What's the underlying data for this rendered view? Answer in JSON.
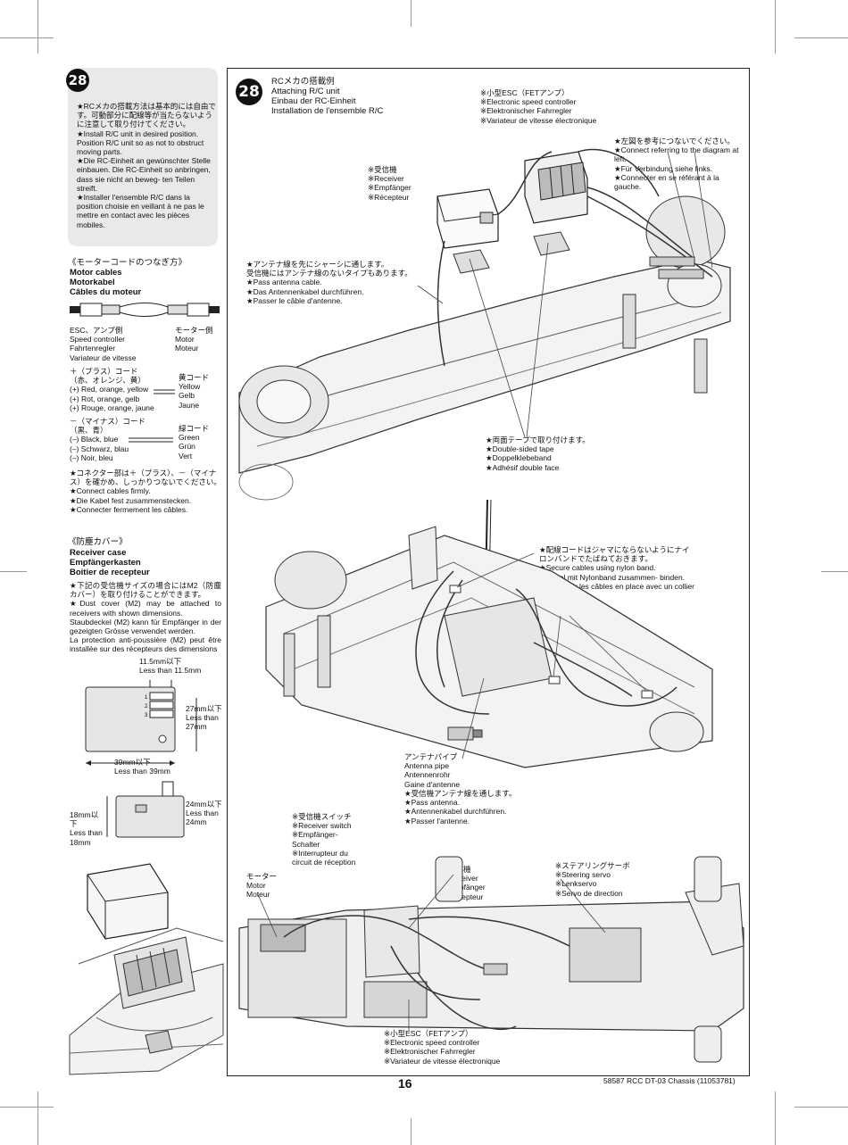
{
  "step_number": "28",
  "left": {
    "intro_note": "★RCメカの搭載方法は基本的には自由です。可動部分に配線等が当たらないように注意して取り付けてください。\n★Install R/C unit in desired position. Position R/C unit so as not to obstruct moving parts.\n★Die RC-Einheit an gewünschter Stelle einbauen. Die RC-Einheit so anbringen, dass sie nicht an beweg- ten Teilen streift.\n★Installer l'ensemble R/C dans la position choisie en veillant à ne pas le mettre en contact avec les pièces mobiles.",
    "motor_cables_title_jp": "《モーターコードのつなぎ方》",
    "motor_cables_title": "Motor cables\nMotorkabel\nCâbles du moteur",
    "esc_label": "ESC、アンプ側\nSpeed controller\nFahrtenregler\nVariateur de vitesse",
    "motor_side_label": "モーター側\nMotor\nMoteur",
    "plus_cord": "＋（プラス）コード\n（赤、オレンジ、黄）\n(+) Red, orange, yellow\n(+) Rot, orange, gelb\n(+) Rouge, orange, jaune",
    "yellow_cord": "黄コード\nYellow\nGelb\nJaune",
    "minus_cord": "－（マイナス）コード\n（黒、青）\n(–) Black, blue\n(–) Schwarz, blau\n(–) Noir, bleu",
    "green_cord": "緑コード\nGreen\nGrün\nVert",
    "connector_note": "★コネクター部は＋（プラス）、－（マイナス）を確かめ、しっかりつないでください。\n★Connect cables firmly.\n★Die Kabel fest zusammenstecken.\n★Connecter fermement les câbles.",
    "receiver_case_title_jp": "《防塵カバー》",
    "receiver_case_title": "Receiver case\nEmpfängerkasten\nBoitier de recepteur",
    "dust_cover_note": "★下記の受信機サイズの場合にはM2（防塵カバー）を取り付けることができます。\n★Dust cover (M2) may be attached to receivers with shown dimensions.\nStaubdeckel (M2) kann für Empfänger in der gezeigten Grösse verwendet werden.\nLa protection anti-poussière (M2) peut être installée sur des récepteurs des dimensions",
    "dim_width_top": "11.5mm以下\nLess than 11.5mm",
    "dim_height_right": "27mm以下\nLess than\n27mm",
    "dim_width_bottom": "39mm以下\nLess than 39mm",
    "dim_top_right": "24mm以下\nLess than\n24mm",
    "dim_left": "18mm以下\nLess than\n18mm"
  },
  "main": {
    "heading": "RCメカの搭載例\nAttaching R/C unit\nEinbau der RC-Einheit\nInstallation de l'ensemble R/C",
    "esc_small": "※小型ESC（FETアンプ）\n※Electronic speed controller\n※Elektronischer Fahrregler\n※Variateur de vitesse électronique",
    "connect_note": "★左図を参考につないでください。\n★Connect referring to the diagram at left.\n★Für Verbindung siehe links.\n★Connecter en se référant à la gauche.",
    "receiver": "※受信機\n※Receiver\n※Empfänger\n※Récepteur",
    "antenna_pass": "★アンテナ線を先にシャーシに通します。\n受信機にはアンテナ線のないタイプもあります。\n★Pass antenna cable.\n★Das Antennenkabel durchführen.\n★Passer le câble d'antenne.",
    "double_tape": "★両面テープで取り付けます。\n★Double-sided tape\n★Doppelklebeband\n★Adhésif double face",
    "nylon_band": "★配線コードはジャマにならないようにナイロンバンドでたばねておきます。\n★Secure cables using nylon band.\n★Kabel mit Nylonband zusammen- binden.\n★Maintenir les câbles en place avec un collier en nylon.",
    "antenna_pipe": "アンテナパイプ\nAntenna pipe\nAntennenrohr\nGaine d'antenne",
    "pass_antenna": "★受信機アンテナ線を通します。\n★Pass antenna.\n★Antennenkabel durchführen.\n★Passer l'antenne.",
    "receiver_switch": "※受信機スイッチ\n※Receiver switch\n※Empfänger-Schalter\n※Interrupteur du circuit de réception",
    "motor": "モーター\nMotor\nMoteur",
    "receiver_2": "※受信機\n※Receiver\n※Empfänger\n※Récepteur",
    "steering_servo": "※ステアリングサーボ\n※Steering servo\n※Lenkservo\n※Servo de direction",
    "esc_bottom": "※小型ESC（FETアンプ）\n※Electronic speed controller\n※Elektronischer Fahrregler\n※Variateur de vitesse électronique"
  },
  "footer": {
    "page_number": "16",
    "doc_ref": "58587 RCC DT-03 Chassis (11053781)"
  }
}
